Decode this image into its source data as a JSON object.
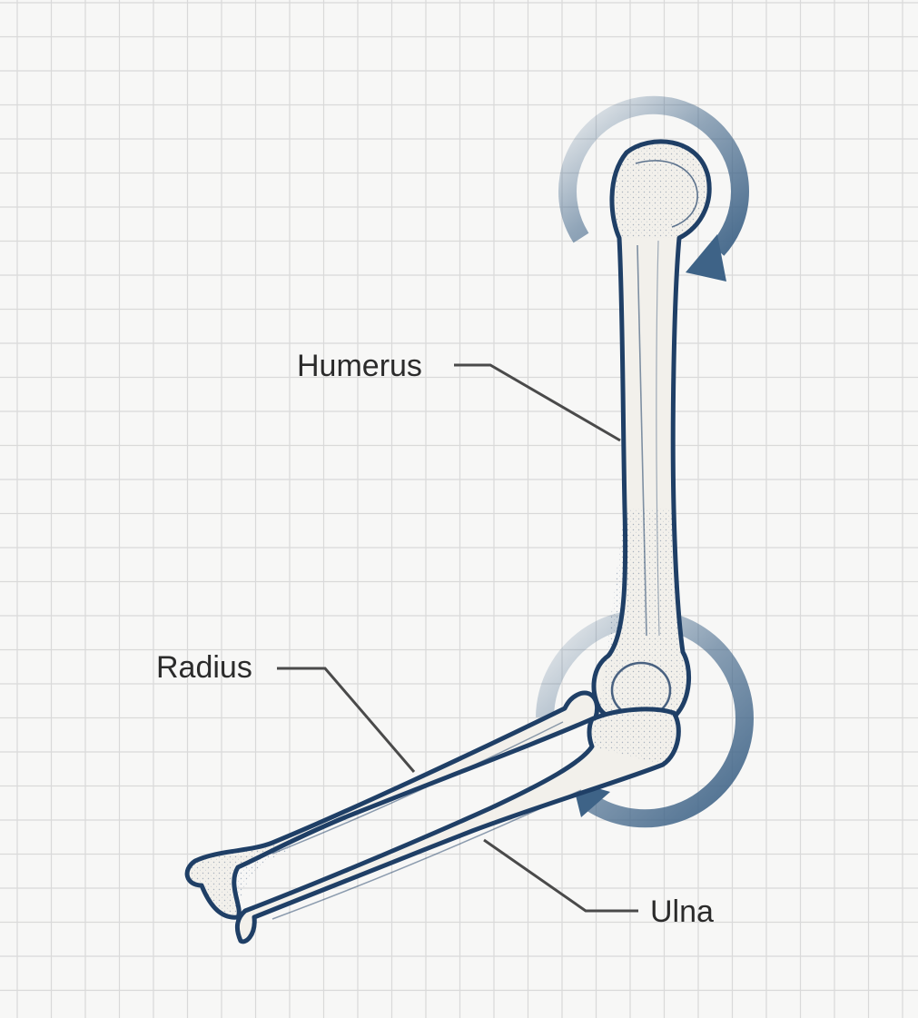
{
  "labels": {
    "humerus": "Humerus",
    "radius": "Radius",
    "ulna": "Ulna"
  },
  "colors": {
    "background": "#f7f7f6",
    "grid": "#d8d8d8",
    "bone_fill": "#f1efea",
    "bone_outline": "#1f3f66",
    "rotation_arrow": "#3e6387",
    "leader_line": "#4a4a4a"
  },
  "icons": {
    "shoulder_rotation": "curved-arrow-icon",
    "elbow_rotation": "curved-arrow-icon"
  }
}
